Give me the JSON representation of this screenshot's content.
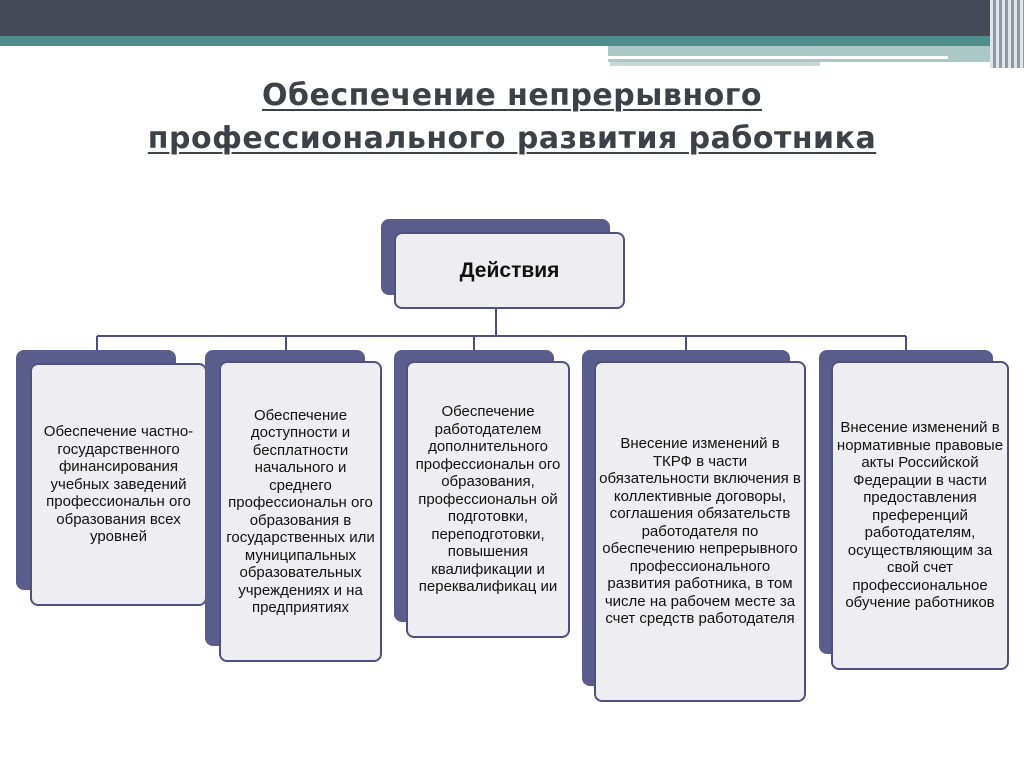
{
  "slide": {
    "title_line1": "Обеспечение непрерывного",
    "title_line2": "профессионального развития работника"
  },
  "root": {
    "label": "Действия"
  },
  "children": [
    {
      "text": "Обеспечение частно-государственного финансирования учебных заведений профессиональн ого образования всех уровней"
    },
    {
      "text": "Обеспечение доступности и бесплатности начального и среднего профессиональн ого образования в государственных или муниципальных образовательных учреждениях и на предприятиях"
    },
    {
      "text": "Обеспечение работодателем дополнительного профессиональн ого образования, профессиональн ой подготовки, переподготовки, повышения квалификации и переквалификац ии"
    },
    {
      "text": "Внесение изменений в ТКРФ в части обязательности включения в коллективные договоры, соглашения обязательств работодателя по обеспечению непрерывного профессионального развития работника, в том числе на рабочем месте за счет средств работодателя"
    },
    {
      "text": "Внесение изменений в нормативные правовые акты Российской Федерации в части предоставления преференций работодателям, осуществляющим за свой счет профессиональное обучение работников"
    }
  ],
  "colors": {
    "card_back": "#5a5c8b",
    "card_border": "#4e5081",
    "card_fill": "#eeeef2",
    "connector": "#4e5081",
    "band_dark": "#464a57",
    "band_teal": "#4f8e8c"
  }
}
